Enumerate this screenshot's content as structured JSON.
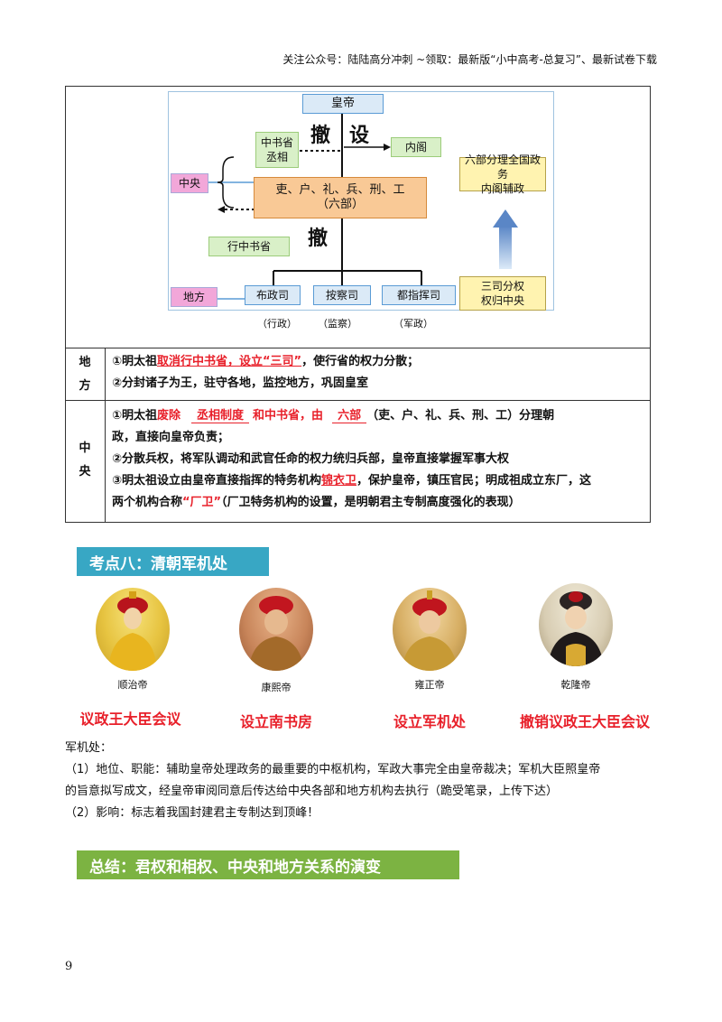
{
  "header": {
    "note": "关注公众号：陆陆高分冲刺  ~领取：最新版“小中高考-总复习”、最新试卷下载"
  },
  "diagram": {
    "emperor": "皇帝",
    "abolish_top": "撤",
    "establish": "设",
    "zhongshu": [
      "中书省",
      "丞相"
    ],
    "neige": "内阁",
    "central_label": "中央",
    "six_ministries": [
      "吏、户、礼、兵、刑、工",
      "（六部）"
    ],
    "six_ministries_note": [
      "六部分理全国政务",
      "内阁辅政"
    ],
    "abolish_mid": "撤",
    "xingzhongshu": "行中书省",
    "local_label": "地方",
    "three_si": [
      {
        "name": "布政司",
        "note": "（行政）"
      },
      {
        "name": "按察司",
        "note": "（监察）"
      },
      {
        "name": "都指挥司",
        "note": "（军政）"
      }
    ],
    "three_si_note": [
      "三司分权",
      "权归中央"
    ]
  },
  "local_row": {
    "head": [
      "地",
      "方"
    ],
    "line1": {
      "a": "①明太祖",
      "b": "取消行中书省，设立“三司”",
      "c": "，使行省的权力分散；"
    },
    "line2": "②分封诸子为王，驻守各地，监控地方，巩固皇室"
  },
  "central_row": {
    "head": [
      "中",
      "央"
    ],
    "l1": {
      "a": "①明太祖",
      "b": "废除",
      "blank1": "丞相制度",
      "c": "和中书省，由",
      "blank2": "六部",
      "d": "（吏、户、礼、兵、刑、工）分理朝"
    },
    "l2": "政，直接向皇帝负责；",
    "l3": "②分散兵权，将军队调动和武官任命的权力统归兵部，皇帝直接掌握军事大权",
    "l4": {
      "a": "③明太祖设立由皇帝直接指挥的特务机构",
      "b": "锦衣卫",
      "c": "，保护皇帝，镇压官民；明成祖成立东厂，这"
    },
    "l5": {
      "a": "两个机构合称",
      "b": "“厂卫”",
      "c": "（厂卫特务机构的设置，是明朝君主专制高度强化的表现）"
    }
  },
  "section8": {
    "title": "考点八：清朝军机处",
    "emperors": [
      {
        "name": "顺治帝",
        "action": "议政王大臣会议"
      },
      {
        "name": "康熙帝",
        "action": "设立南书房"
      },
      {
        "name": "雍正帝",
        "action": "设立军机处"
      },
      {
        "name": "乾隆帝",
        "action": "撤销议政王大臣会议"
      }
    ],
    "para_title": "军机处：",
    "p1a": "（1）地位、职能：辅助皇帝处理政务的最重要的中枢机构，军政大事完全由皇帝裁决；军机大臣照皇帝",
    "p1b": "的旨意拟写成文，经皇帝审阅同意后传达给中央各部和地方机构去执行（跪受笔录，上传下达）",
    "p2": "（2）影响：标志着我国封建君主专制达到顶峰！"
  },
  "summary": {
    "title": "总结：君权和相权、中央和地方关系的演变"
  },
  "page_number": "9",
  "colors": {
    "accent_red": "#e8202a",
    "banner_teal": "#38a7c4",
    "banner_green": "#7cb342"
  }
}
